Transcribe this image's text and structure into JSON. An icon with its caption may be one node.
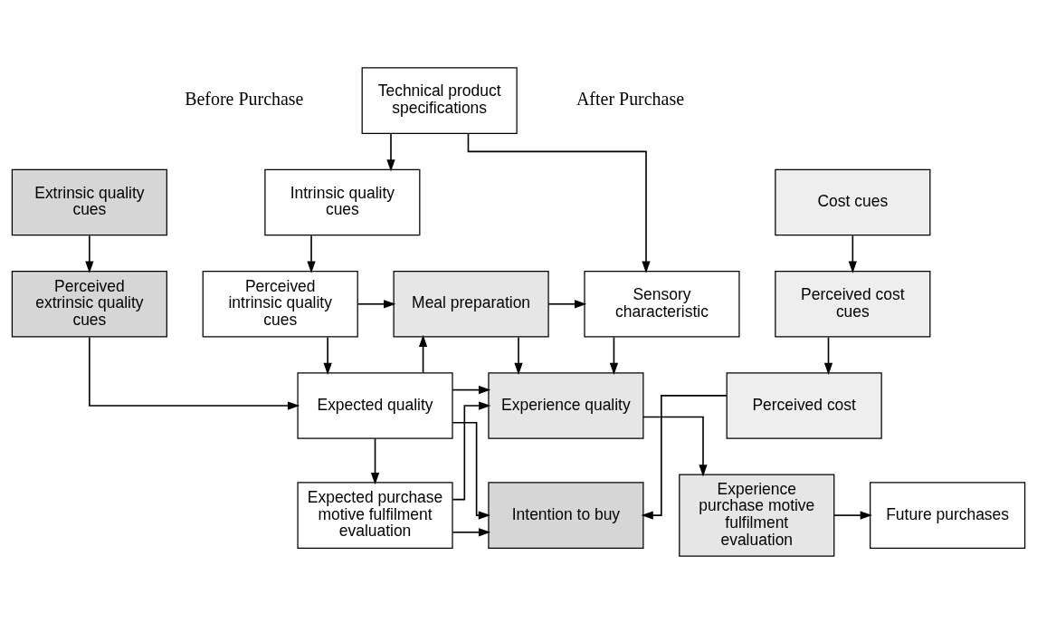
{
  "diagram": {
    "nodes": [
      {
        "text": [
          "Technical product specifications"
        ]
      },
      {
        "text": [
          "Cost cues"
        ]
      },
      {
        "text": [
          "Extrinsic quality cues"
        ]
      },
      {
        "text": [
          "Intrinsic quality cues"
        ]
      },
      {
        "text": [
          "Perceived cost cues"
        ]
      },
      {
        "text": [
          "Perceived extrinsic quality cues"
        ]
      },
      {
        "text": [
          "Perceived intrinsic quality cues"
        ]
      },
      {
        "text": [
          "Meal preparation"
        ]
      },
      {
        "text": [
          "Sensory characteristic"
        ]
      },
      {
        "text": [
          "Perceived cost"
        ]
      },
      {
        "text": [
          "Expected quality"
        ]
      },
      {
        "text": [
          "Experience quality"
        ]
      },
      {
        "text": [
          "Intention to buy"
        ]
      },
      {
        "text": [
          "Expected purchase motive fulfilment evaluation"
        ]
      },
      {
        "text": [
          "Experience purchase motive fulfilment evaluation"
        ]
      },
      {
        "text": [
          "Future purchases"
        ]
      }
    ],
    "edges": [
      {
        "from": 0,
        "to": 3,
        "arrow": "to"
      },
      {
        "from": 0,
        "to": 8,
        "arrow": "to"
      },
      {
        "from": 1,
        "to": 4,
        "arrow": "to"
      },
      {
        "from": 4,
        "to": 9,
        "arrow": "to"
      },
      {
        "from": 9,
        "to": 12,
        "arrow": "to"
      },
      {
        "from": 2,
        "to": 5,
        "arrow": "to"
      },
      {
        "from": 5,
        "to": 10,
        "arrow": "to"
      },
      {
        "from": 3,
        "to": 6,
        "arrow": "to"
      },
      {
        "from": 6,
        "to": 7,
        "arrow": "to"
      },
      {
        "from": 6,
        "to": 10,
        "arrow": "to"
      },
      {
        "from": 7,
        "to": 8,
        "arrow": "to"
      },
      {
        "from": 7,
        "to": 11,
        "arrow": "to"
      },
      {
        "from": 8,
        "to": 11,
        "arrow": "to"
      },
      {
        "from": 10,
        "to": 7,
        "arrow": "to"
      },
      {
        "from": 10,
        "to": 11,
        "arrow": "to"
      },
      {
        "from": 10,
        "to": 12,
        "arrow": "to"
      },
      {
        "from": 10,
        "to": 13,
        "arrow": "to"
      },
      {
        "from": 13,
        "to": 12,
        "arrow": "to"
      },
      {
        "from": 13,
        "to": 11,
        "arrow": "to"
      },
      {
        "from": 11,
        "to": 14,
        "arrow": "to"
      },
      {
        "from": 14,
        "to": 15,
        "arrow": "to"
      }
    ],
    "labels": [
      "Before Purchase",
      "After Purchase"
    ]
  }
}
